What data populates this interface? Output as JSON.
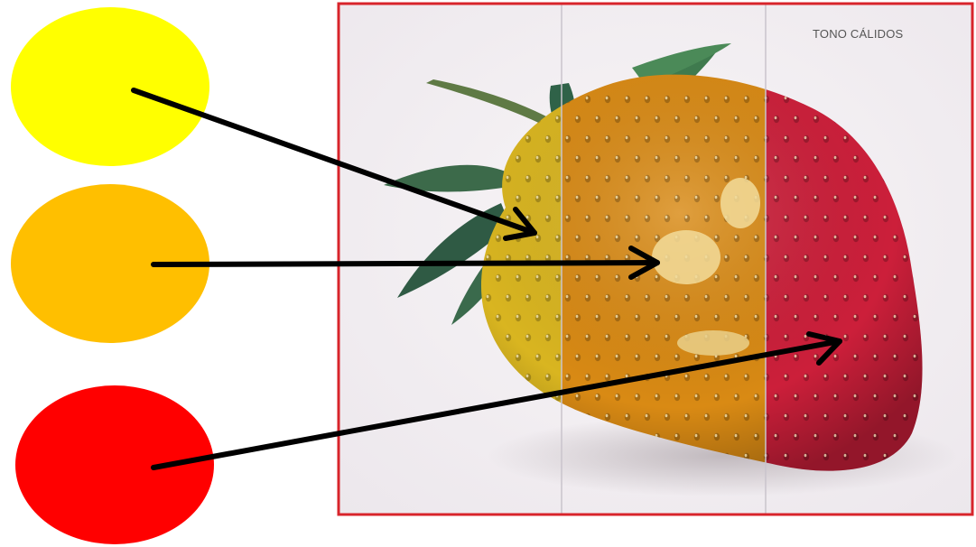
{
  "figure": {
    "caption": "TONO CÁLIDOS"
  },
  "swatches": [
    {
      "name": "yellow",
      "color": "#ffff00"
    },
    {
      "name": "orange",
      "color": "#ffbf00"
    },
    {
      "name": "red",
      "color": "#ff0000"
    }
  ],
  "frame": {
    "border_color": "#d8242b"
  },
  "panels": [
    {
      "name": "yellow-tone",
      "tint": "#d9b520"
    },
    {
      "name": "orange-tone",
      "tint": "#d98a14"
    },
    {
      "name": "red-tone",
      "tint": "#cc1f3a"
    }
  ],
  "arrows": {
    "color": "#000000"
  }
}
